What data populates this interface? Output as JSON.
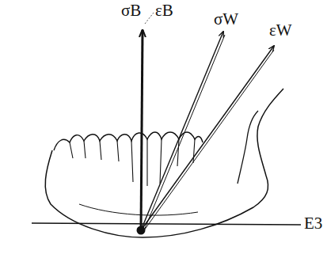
{
  "diagram": {
    "labels": [
      "σB",
      "εB",
      "σW",
      "εW",
      "E3"
    ]
  }
}
